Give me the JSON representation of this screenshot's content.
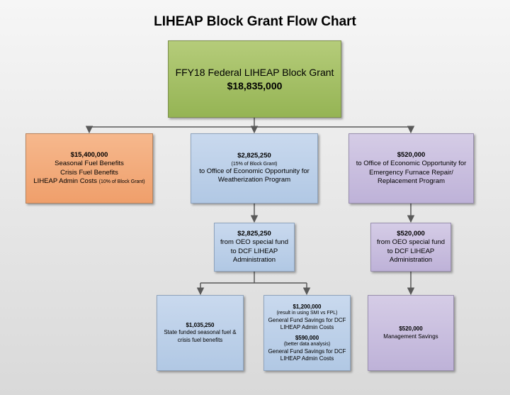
{
  "title": "LIHEAP Block Grant Flow Chart",
  "colors": {
    "green": "#a3bf63",
    "orange": "#f2aa79",
    "blue": "#bccfe9",
    "purple": "#c8bde0",
    "connector": "#595959"
  },
  "root": {
    "label": "FFY18 Federal LIHEAP Block Grant",
    "amount": "$18,835,000"
  },
  "left": {
    "amount": "$15,400,000",
    "line1": "Seasonal Fuel Benefits",
    "line2": "Crisis Fuel Benefits",
    "line3": "LIHEAP Admin Costs",
    "note": "(10% of Block Grant)"
  },
  "center": {
    "amount": "$2,825,250",
    "note": "(15% of Block Grant)",
    "line1": "to Office of Economic Opportunity for",
    "line2": "Weatherization Program"
  },
  "right": {
    "amount": "$520,000",
    "line1": "to Office of Economic Opportunity for",
    "line2": "Emergency Furnace Repair/",
    "line3": "Replacement Program"
  },
  "center_mid": {
    "amount": "$2,825,250",
    "line1": "from OEO special fund",
    "line2": "to DCF LIHEAP",
    "line3": "Administration"
  },
  "right_mid": {
    "amount": "$520,000",
    "line1": "from OEO special fund",
    "line2": "to DCF LIHEAP",
    "line3": "Administration"
  },
  "bottom_left": {
    "amount": "$1,035,250",
    "line1": "State funded seasonal fuel &",
    "line2": "crisis fuel benefits"
  },
  "bottom_center": {
    "amount1": "$1,200,000",
    "note1": "(result in using SMI vs FPL)",
    "line1a": "General Fund Savings for DCF",
    "line1b": "LIHEAP Admin Costs",
    "amount2": "$590,000",
    "note2": "(better data analysis)",
    "line2a": "General Fund Savings for DCF",
    "line2b": "LIHEAP Admin Costs"
  },
  "bottom_right": {
    "amount": "$520,000",
    "line1": "Management Savings"
  }
}
